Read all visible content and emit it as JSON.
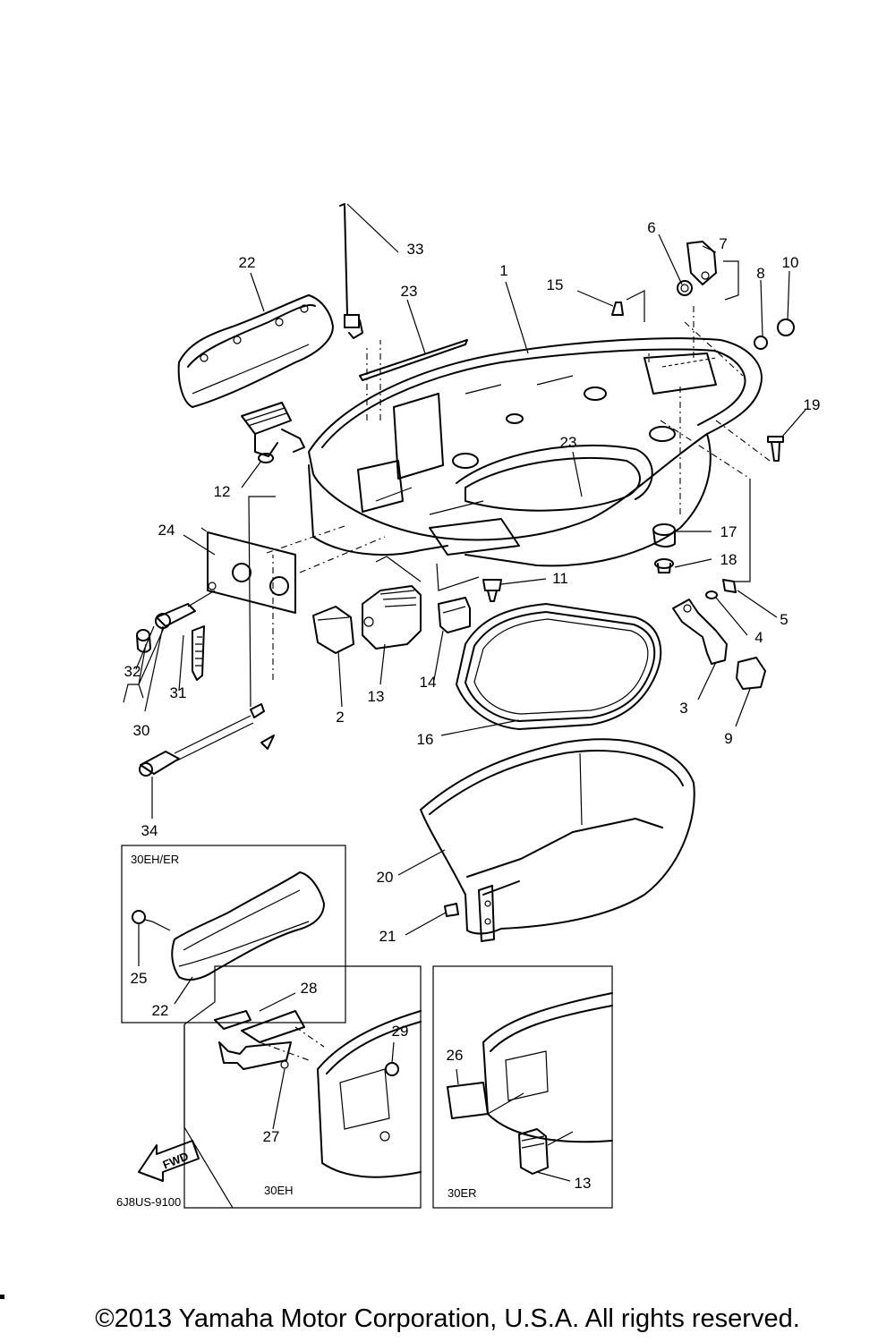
{
  "callouts": [
    "1",
    "2",
    "3",
    "4",
    "5",
    "6",
    "7",
    "8",
    "9",
    "10",
    "11",
    "12",
    "13",
    "14",
    "15",
    "16",
    "17",
    "18",
    "19",
    "20",
    "21",
    "22",
    "23",
    "23",
    "24",
    "25",
    "22",
    "26",
    "27",
    "28",
    "29",
    "30",
    "31",
    "32",
    "33",
    "34",
    "13"
  ],
  "insets": {
    "var_30eh_er": "30EH/ER",
    "var_30eh": "30EH",
    "var_30er": "30ER"
  },
  "direction_label": "FWD",
  "diagram_code": "6J8US-9100",
  "copyright": "©2013 Yamaha Motor Corporation, U.S.A. All rights reserved."
}
